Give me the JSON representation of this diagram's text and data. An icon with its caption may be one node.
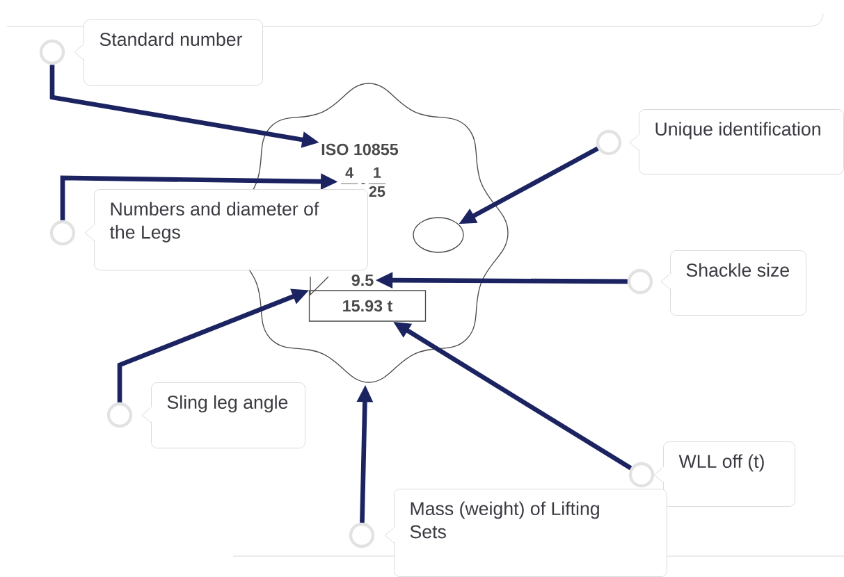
{
  "diagram": {
    "nodes": [
      {
        "text": [],
        "shape": "star"
      },
      {
        "text": [
          "ISO 10855"
        ],
        "in": 0
      },
      {
        "text": [
          "4",
          "1",
          "25"
        ],
        "in": 0
      },
      {
        "text": [],
        "shape": "ellipse",
        "in": 0
      },
      {
        "text": [],
        "shape": "triangle",
        "in": 0
      },
      {
        "text": [
          "9.5"
        ],
        "in": 0
      },
      {
        "text": [
          "15.93 t"
        ],
        "in": 0
      },
      {
        "text": [
          "Standard number"
        ]
      },
      {
        "text": [
          "Unique identification"
        ]
      },
      {
        "text": [
          "Numbers and diameter of the Legs"
        ]
      },
      {
        "text": [
          "Shackle size"
        ]
      },
      {
        "text": [
          "Sling leg angle"
        ]
      },
      {
        "text": [
          "WLL off (t)"
        ]
      },
      {
        "text": [
          "Mass (weight) of Lifting Sets"
        ]
      },
      {
        "text": [],
        "shape": "circle"
      },
      {
        "text": [],
        "shape": "circle"
      },
      {
        "text": [],
        "shape": "circle"
      },
      {
        "text": [],
        "shape": "circle"
      },
      {
        "text": [],
        "shape": "circle"
      },
      {
        "text": [],
        "shape": "circle"
      },
      {
        "text": [],
        "shape": "circle"
      }
    ],
    "edges": [
      {
        "from": 14,
        "to": 1,
        "arrow": "to"
      },
      {
        "from": 15,
        "to": 3,
        "arrow": "to"
      },
      {
        "from": 16,
        "to": 2,
        "arrow": "to"
      },
      {
        "from": 17,
        "to": 5,
        "arrow": "to"
      },
      {
        "from": 18,
        "to": 4,
        "arrow": "to"
      },
      {
        "from": 19,
        "to": 6,
        "arrow": "to"
      },
      {
        "from": 20,
        "to": 0,
        "arrow": "to"
      }
    ]
  }
}
